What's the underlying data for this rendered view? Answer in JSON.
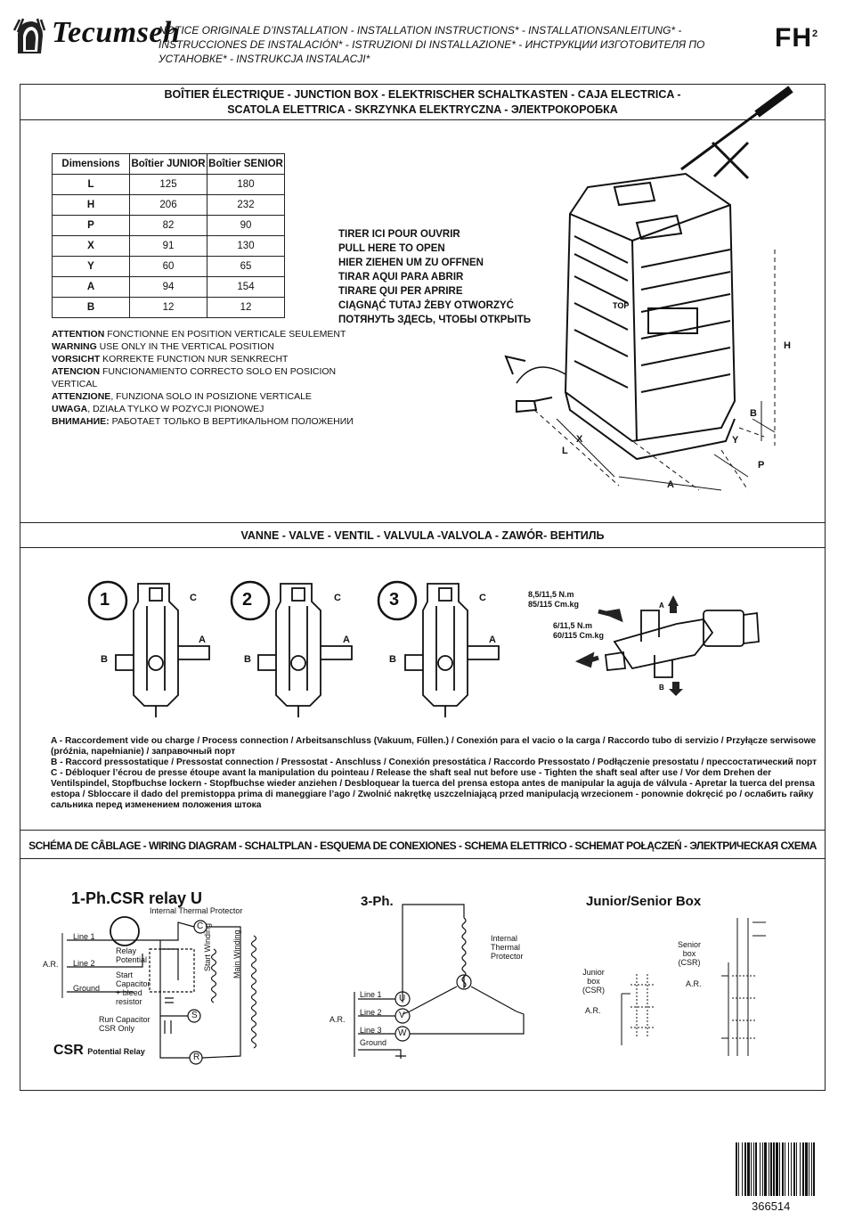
{
  "header": {
    "brand": "Tecumseh",
    "title": "NOTICE ORIGINALE D’INSTALLATION - INSTALLATION INSTRUCTIONS* - INSTALLATIONSANLEITUNG* - INSTRUCCIONES DE INSTALACIÓN* - ISTRUZIONI DI INSTALLAZIONE* - ИНСТРУКЦИИ ИЗГОТОВИТЕЛЯ ПО УСТАНОВКЕ* - INSTRUKCJA INSTALACJI*",
    "model": "FH",
    "model_sup": "2"
  },
  "junction_box": {
    "title_line1": "BOÎTIER ÉLECTRIQUE - JUNCTION BOX - ELEKTRISCHER SCHALTKASTEN  - CAJA ELECTRICA -",
    "title_line2": "SCATOLA ELETTRICA - SKRZYNKA ELEKTRYCZNA - ЭЛЕКТРОКОРОБКА",
    "table": {
      "headers": [
        "Dimensions",
        "Boîtier JUNIOR",
        "Boîtier SENIOR"
      ],
      "rows": [
        [
          "L",
          "125",
          "180"
        ],
        [
          "H",
          "206",
          "232"
        ],
        [
          "P",
          "82",
          "90"
        ],
        [
          "X",
          "91",
          "130"
        ],
        [
          "Y",
          "60",
          "65"
        ],
        [
          "A",
          "94",
          "154"
        ],
        [
          "B",
          "12",
          "12"
        ]
      ]
    },
    "warnings": [
      {
        "key": "ATTENTION",
        "text": " FONCTIONNE EN POSITION VERTICALE SEULEMENT"
      },
      {
        "key": "WARNING",
        "text": " USE ONLY IN THE VERTICAL POSITION"
      },
      {
        "key": "VORSICHT",
        "text": " KORREKTE FUNCTION NUR SENKRECHT"
      },
      {
        "key": "ATENCION",
        "text": " FUNCIONAMIENTO CORRECTO SOLO EN POSICION VERTICAL"
      },
      {
        "key": "ATTENZIONE",
        "text": ", FUNZIONA SOLO IN POSIZIONE VERTICALE"
      },
      {
        "key": "UWAGA",
        "text": ", DZIAŁA TYLKO W POZYCJI PIONOWEJ"
      },
      {
        "key": "ВНИМАНИЕ:",
        "text": " РАБОТАЕТ ТОЛЬКО В ВЕРТИКАЛЬНОМ ПОЛОЖЕНИИ"
      }
    ],
    "pull_here": [
      "TIRER ICI POUR OUVRIR",
      "PULL HERE TO OPEN",
      "HIER ZIEHEN UM ZU OFFNEN",
      "TIRAR AQUI PARA ABRIR",
      "TIRARE QUI PER APRIRE",
      "CIĄGNĄĆ TUTAJ ŻEBY OTWORZYĆ",
      "ПОТЯНУТЬ ЗДЕСЬ, ЧТОБЫ ОТКРЫТЬ"
    ],
    "diagram_labels": {
      "top": "TOP",
      "h": "H",
      "b": "B",
      "x": "X",
      "l": "L",
      "y": "Y",
      "p": "P",
      "a": "A"
    }
  },
  "valve": {
    "title": "VANNE - VALVE - VENTIL - VALVULA -VALVOLA - ZAWÓR- ВЕНТИЛЬ",
    "steps": [
      "1",
      "2",
      "3"
    ],
    "label_c": "C",
    "label_a": "A",
    "label_b": "B",
    "torque1_line1": "8,5/11,5 N.m",
    "torque1_line2": "85/115 Cm.kg",
    "torque2_line1": "6/11,5 N.m",
    "torque2_line2": "60/115 Cm.kg",
    "notes": [
      "A - Raccordement vide ou charge / Process connection / Arbeitsanschluss (Vakuum, Füllen.) / Conexión para el vacio o la carga / Raccordo tubo di servizio  / Przyłącze serwisowe (próźnia, napełnianie) / заправочный порт",
      "B - Raccord pressostatique / Pressostat connection / Pressostat - Anschluss / Conexión presostática / Raccordo Pressostato / Podłączenie presostatu / прессостатический порт",
      "C - Débloquer l’écrou de presse étoupe avant la manipulation du pointeau / Release the shaft seal nut before use - Tighten the shaft seal after use / Vor dem Drehen der Ventilspindel, Stopfbuchse lockern - Stopfbuchse wieder anziehen / Desbloquear la tuerca del prensa estopa antes de manipular la aguja de válvula - Apretar la tuerca del prensa estopa / Sbloccare il dado del premistoppa prima di maneggiare l’ago / Zwolnić nakrętkę uszczelniającą przed manipulacją wrzecionem - ponownie dokręcić po / ослабить гайку сальника перед изменением положения штока"
    ]
  },
  "wiring": {
    "title": "SCHÉMA DE CÂBLAGE - WIRING DIAGRAM - SCHALTPLAN - ESQUEMA DE CONEXIONES - SCHEMA ELETTRICO - SCHEMAT POŁĄCZEŃ - ЭЛЕКТРИЧЕСКАЯ СХЕМА",
    "csr": {
      "title": "1-Ph.CSR relay U",
      "internal": "Internal Thermal Protector",
      "line1": "Line 1",
      "line2": "Line 2",
      "ground": "Ground",
      "ar": "A.R.",
      "relay1": "Relay",
      "relay2": "Potential",
      "startcap1": "Start",
      "startcap2": "Capacitor",
      "startcap3": "+ bleed",
      "startcap4": "resistor",
      "runcap1": "Run Capacitor",
      "runcap2": "CSR Only",
      "start_winding": "Start Winding",
      "main_winding": "Main Winding",
      "c": "C",
      "s": "S",
      "r": "R",
      "footer_big": "CSR",
      "footer_small": "Potential Relay"
    },
    "three_ph": {
      "title": "3-Ph.",
      "protector1": "Internal",
      "protector2": "Thermal",
      "protector3": "Protector",
      "line1": "Line 1",
      "line2": "Line 2",
      "line3": "Line 3",
      "ground": "Ground",
      "ar": "A.R.",
      "u": "U",
      "v": "V",
      "w": "W"
    },
    "box": {
      "title": "Junior/Senior Box",
      "senior1": "Senior",
      "senior2": "box",
      "senior3": "(CSR)",
      "junior1": "Junior",
      "junior2": "box",
      "junior3": "(CSR)",
      "ar": "A.R."
    }
  },
  "barcode_number": "366514"
}
